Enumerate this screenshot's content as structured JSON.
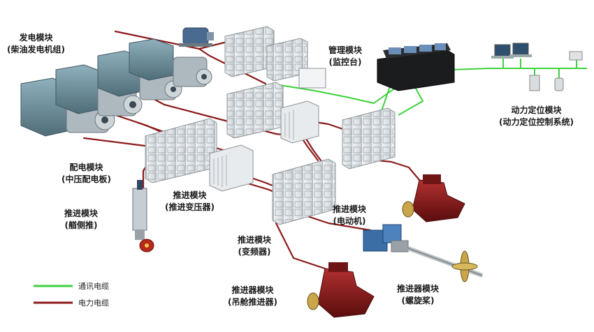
{
  "labels": {
    "generator": {
      "title": "发电模块",
      "subtitle": "(柴油发电机组)"
    },
    "management": {
      "title": "管理模块",
      "subtitle": "(监控台)"
    },
    "dp": {
      "title": "动力定位模块",
      "subtitle": "(动力定位控制系统)"
    },
    "distribution": {
      "title": "配电模块",
      "subtitle": "(中压配电板)"
    },
    "transformer": {
      "title": "推进模块",
      "subtitle": "(推进变压器)"
    },
    "bow_thruster": {
      "title": "推进模块",
      "subtitle": "(艏侧推)"
    },
    "motor": {
      "title": "推进模块",
      "subtitle": "(电动机)"
    },
    "converter": {
      "title": "推进模块",
      "subtitle": "(变频器)"
    },
    "pod_thruster": {
      "title": "推进器模块",
      "subtitle": "(吊舱推进器)"
    },
    "propeller": {
      "title": "推进器模块",
      "subtitle": "(螺旋桨)"
    }
  },
  "legend": [
    {
      "label": "通讯电缆",
      "color": "#3cd23c"
    },
    {
      "label": "电力电缆",
      "color": "#8b1a1a"
    }
  ],
  "colors": {
    "comm_cable": "#3cd23c",
    "power_cable": "#8b1a1a",
    "cabinet": "#e6e9ec",
    "generator": "#6f8c98",
    "pod": "#8e1e1e"
  }
}
